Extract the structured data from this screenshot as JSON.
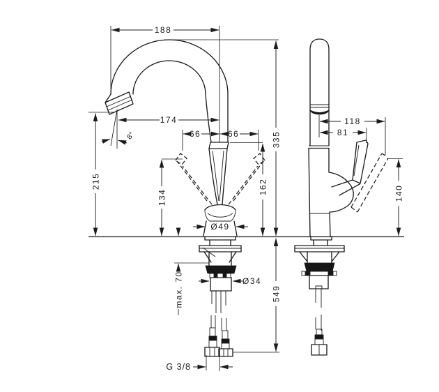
{
  "drawing": {
    "type": "faucet installation dimension drawing",
    "views": [
      "front",
      "side"
    ],
    "colors": {
      "line": "#1c1c1c",
      "background": "#ffffff"
    }
  },
  "dims": {
    "spout_width": "188",
    "spout_reach": "174",
    "swivel_left": "66",
    "swivel_right": "66",
    "spray_angle": "8°",
    "outlet_height": "215",
    "handle_height_front": "134",
    "base_diameter": "Ø49",
    "body_height": "162",
    "total_height": "335",
    "overall_height": "549",
    "max_counter_thickness": "max. 70",
    "shank_diameter": "Ø34",
    "thread": "G 3/8",
    "side_reach": "118",
    "handle_reach": "81",
    "handle_height_side": "140"
  }
}
